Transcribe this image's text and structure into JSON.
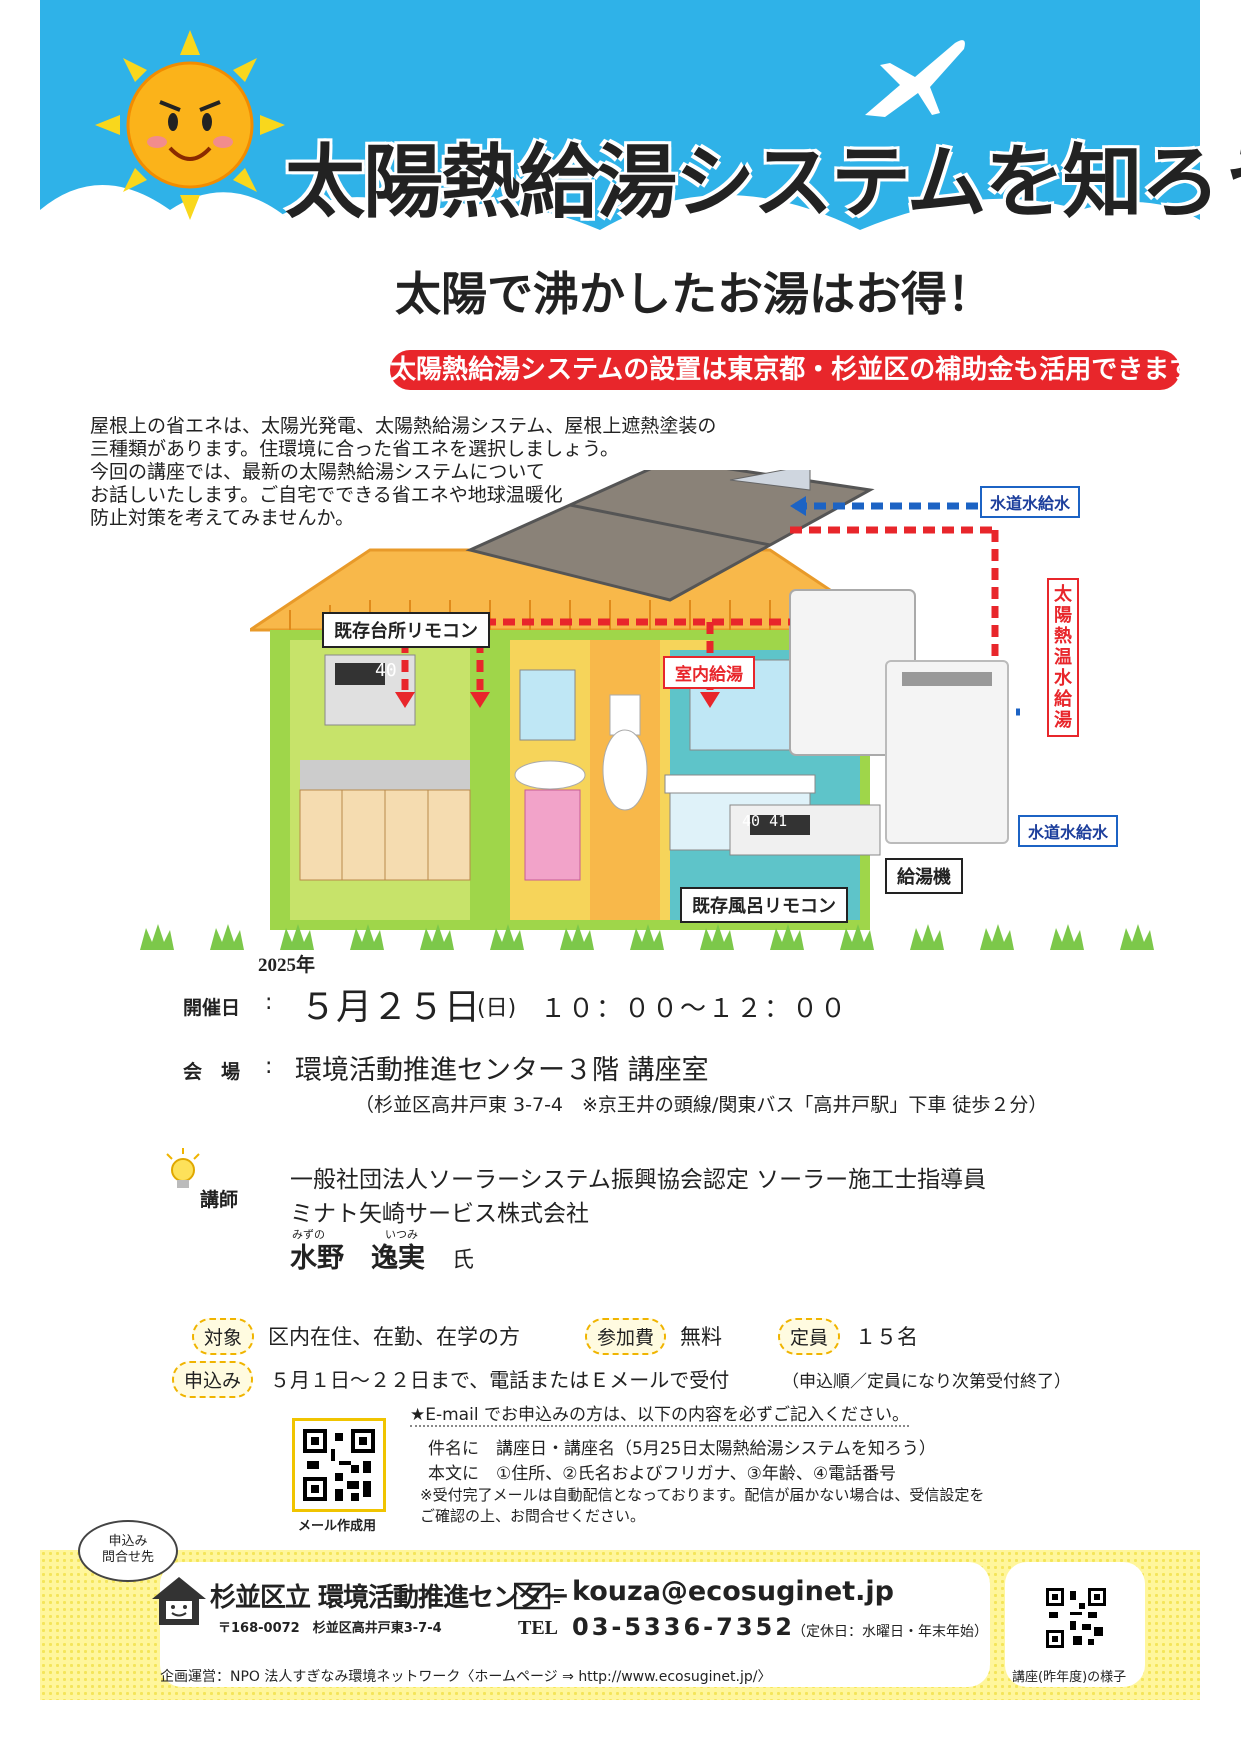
{
  "header": {
    "title": "太陽熱給湯システムを知ろう",
    "subtitle": "太陽で沸かしたお湯はお得！",
    "subsidy_banner": "太陽熱給湯システムの設置は東京都・杉並区の補助金も活用できます"
  },
  "intro": {
    "lines": [
      "屋根上の省エネは、太陽光発電、太陽熱給湯システム、屋根上遮熱塗装の",
      "三種類があります。住環境に合った省エネを選択しましょう。",
      "今回の講座では、最新の太陽熱給湯システムについて",
      "お話しいたします。ご自宅でできる省エネや地球温暖化",
      "防止対策を考えてみませんか。"
    ]
  },
  "illustration": {
    "kitchen_remote": "既存台所リモコン",
    "indoor_supply": "室内給湯",
    "bath_remote": "既存風呂リモコン",
    "water_supply_top": "水道水給水",
    "water_supply_bottom": "水道水給水",
    "solar_hot_water": "太陽熱温水給湯",
    "water_heater": "給湯機",
    "kitchen_display": "40",
    "bath_display": "40 41"
  },
  "event": {
    "year": "2025年",
    "date_label": "開催日",
    "date_value": "５月２５日",
    "date_day": "(日)",
    "date_time": "１０：００～１２：００",
    "venue_label": "会　場",
    "venue_value": "環境活動推進センター３階 講座室",
    "venue_note": "（杉並区高井戸東 3-7-4　※京王井の頭線/関東バス「高井戸駅」下車 徒歩２分）",
    "lecturer_label": "講師",
    "lecturer_line1": "一般社団法人ソーラーシステム振興協会認定 ソーラー施工士指導員",
    "lecturer_line2": "ミナト矢崎サービス株式会社",
    "lecturer_name": "水野　逸実",
    "lecturer_name_ruby1": "みずの",
    "lecturer_name_ruby2": "いつみ",
    "lecturer_suffix": "氏",
    "target_label": "対象",
    "target_value": "区内在住、在勤、在学の方",
    "fee_label": "参加費",
    "fee_value": "無料",
    "capacity_label": "定員",
    "capacity_value": "１５名",
    "apply_label": "申込み",
    "apply_value": "５月１日～２２日まで、電話またはＥメールで受付",
    "apply_note": "（申込順／定員になり次第受付終了）"
  },
  "email_instructions": {
    "heading": "★E-mail でお申込みの方は、以下の内容を必ずご記入ください。",
    "subject": "件名に　講座日・講座名（5月25日太陽熱給湯システムを知ろう）",
    "body": "本文に　①住所、②氏名およびフリガナ、③年齢、④電話番号",
    "note1": "※受付完了メールは自動配信となっております。配信が届かない場合は、受信設定を",
    "note2": "ご確認の上、お問合せください。",
    "qr_caption": "メール作成用"
  },
  "footer": {
    "contact_bubble": "申込み\n問合せ先",
    "org_name": "杉並区立 環境活動推進センター",
    "org_address": "〒168-0072　杉並区高井戸東3-7-4",
    "email": "kouza@ecosuginet.jp",
    "tel_label": "TEL",
    "tel_value": "03-5336-7352",
    "tel_note": "（定休日：水曜日・年末年始）",
    "operator": "企画運営：NPO 法人すぎなみ環境ネットワーク〈ホームページ ⇒ http://www.ecosuginet.jp/〉",
    "qr_caption": "講座(昨年度)の様子"
  },
  "colors": {
    "sky": "#2fb2e8",
    "banner_red": "#e8262b",
    "footer_yellow": "#fff69c",
    "pipe_blue": "#1c63c4"
  }
}
